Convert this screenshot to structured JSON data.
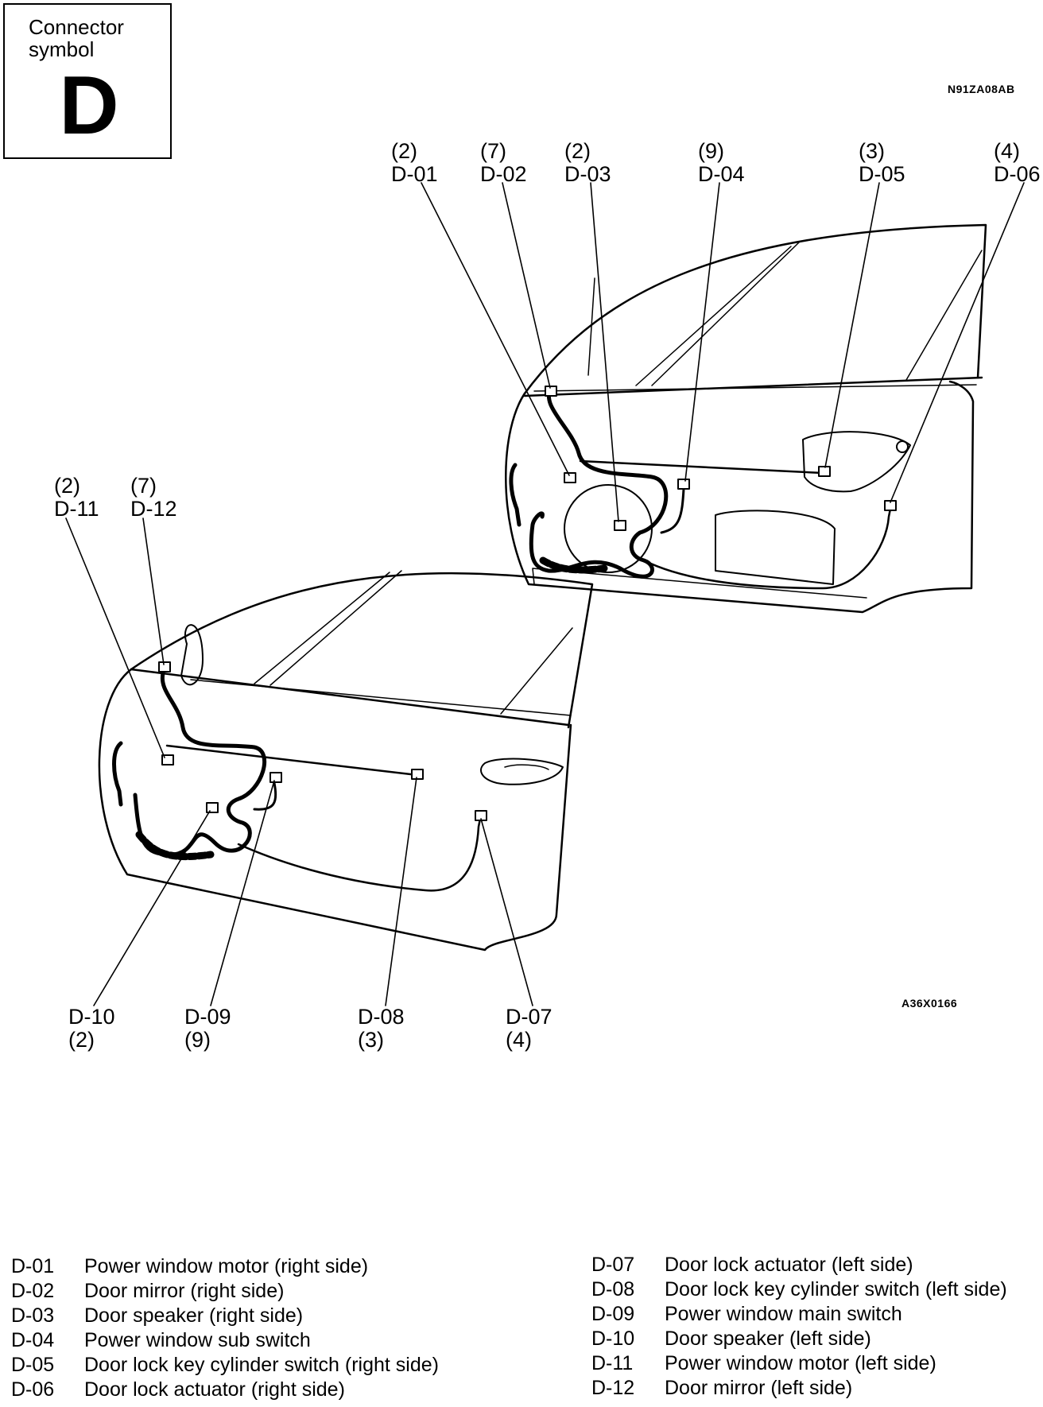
{
  "symbol_box": {
    "label": "Connector symbol",
    "letter": "D"
  },
  "ref_codes": {
    "top_right": "N91ZA08AB",
    "bottom_right": "A36X0166"
  },
  "callouts": [
    {
      "id": "D-01",
      "pins": "(2)"
    },
    {
      "id": "D-02",
      "pins": "(7)"
    },
    {
      "id": "D-03",
      "pins": "(2)"
    },
    {
      "id": "D-04",
      "pins": "(9)"
    },
    {
      "id": "D-05",
      "pins": "(3)"
    },
    {
      "id": "D-06",
      "pins": "(4)"
    },
    {
      "id": "D-07",
      "pins": "(4)"
    },
    {
      "id": "D-08",
      "pins": "(3)"
    },
    {
      "id": "D-09",
      "pins": "(9)"
    },
    {
      "id": "D-10",
      "pins": "(2)"
    },
    {
      "id": "D-11",
      "pins": "(2)"
    },
    {
      "id": "D-12",
      "pins": "(7)"
    }
  ],
  "legend": [
    {
      "id": "D-01",
      "desc": "Power window motor (right side)"
    },
    {
      "id": "D-02",
      "desc": "Door mirror (right side)"
    },
    {
      "id": "D-03",
      "desc": "Door speaker (right side)"
    },
    {
      "id": "D-04",
      "desc": "Power window sub switch"
    },
    {
      "id": "D-05",
      "desc": "Door lock key cylinder switch (right side)"
    },
    {
      "id": "D-06",
      "desc": "Door lock actuator (right side)"
    },
    {
      "id": "D-07",
      "desc": "Door lock actuator (left side)"
    },
    {
      "id": "D-08",
      "desc": "Door lock key cylinder switch (left side)"
    },
    {
      "id": "D-09",
      "desc": "Power window main switch"
    },
    {
      "id": "D-10",
      "desc": "Door speaker (left side)"
    },
    {
      "id": "D-11",
      "desc": "Power window motor (left side)"
    },
    {
      "id": "D-12",
      "desc": "Door mirror (left side)"
    }
  ]
}
